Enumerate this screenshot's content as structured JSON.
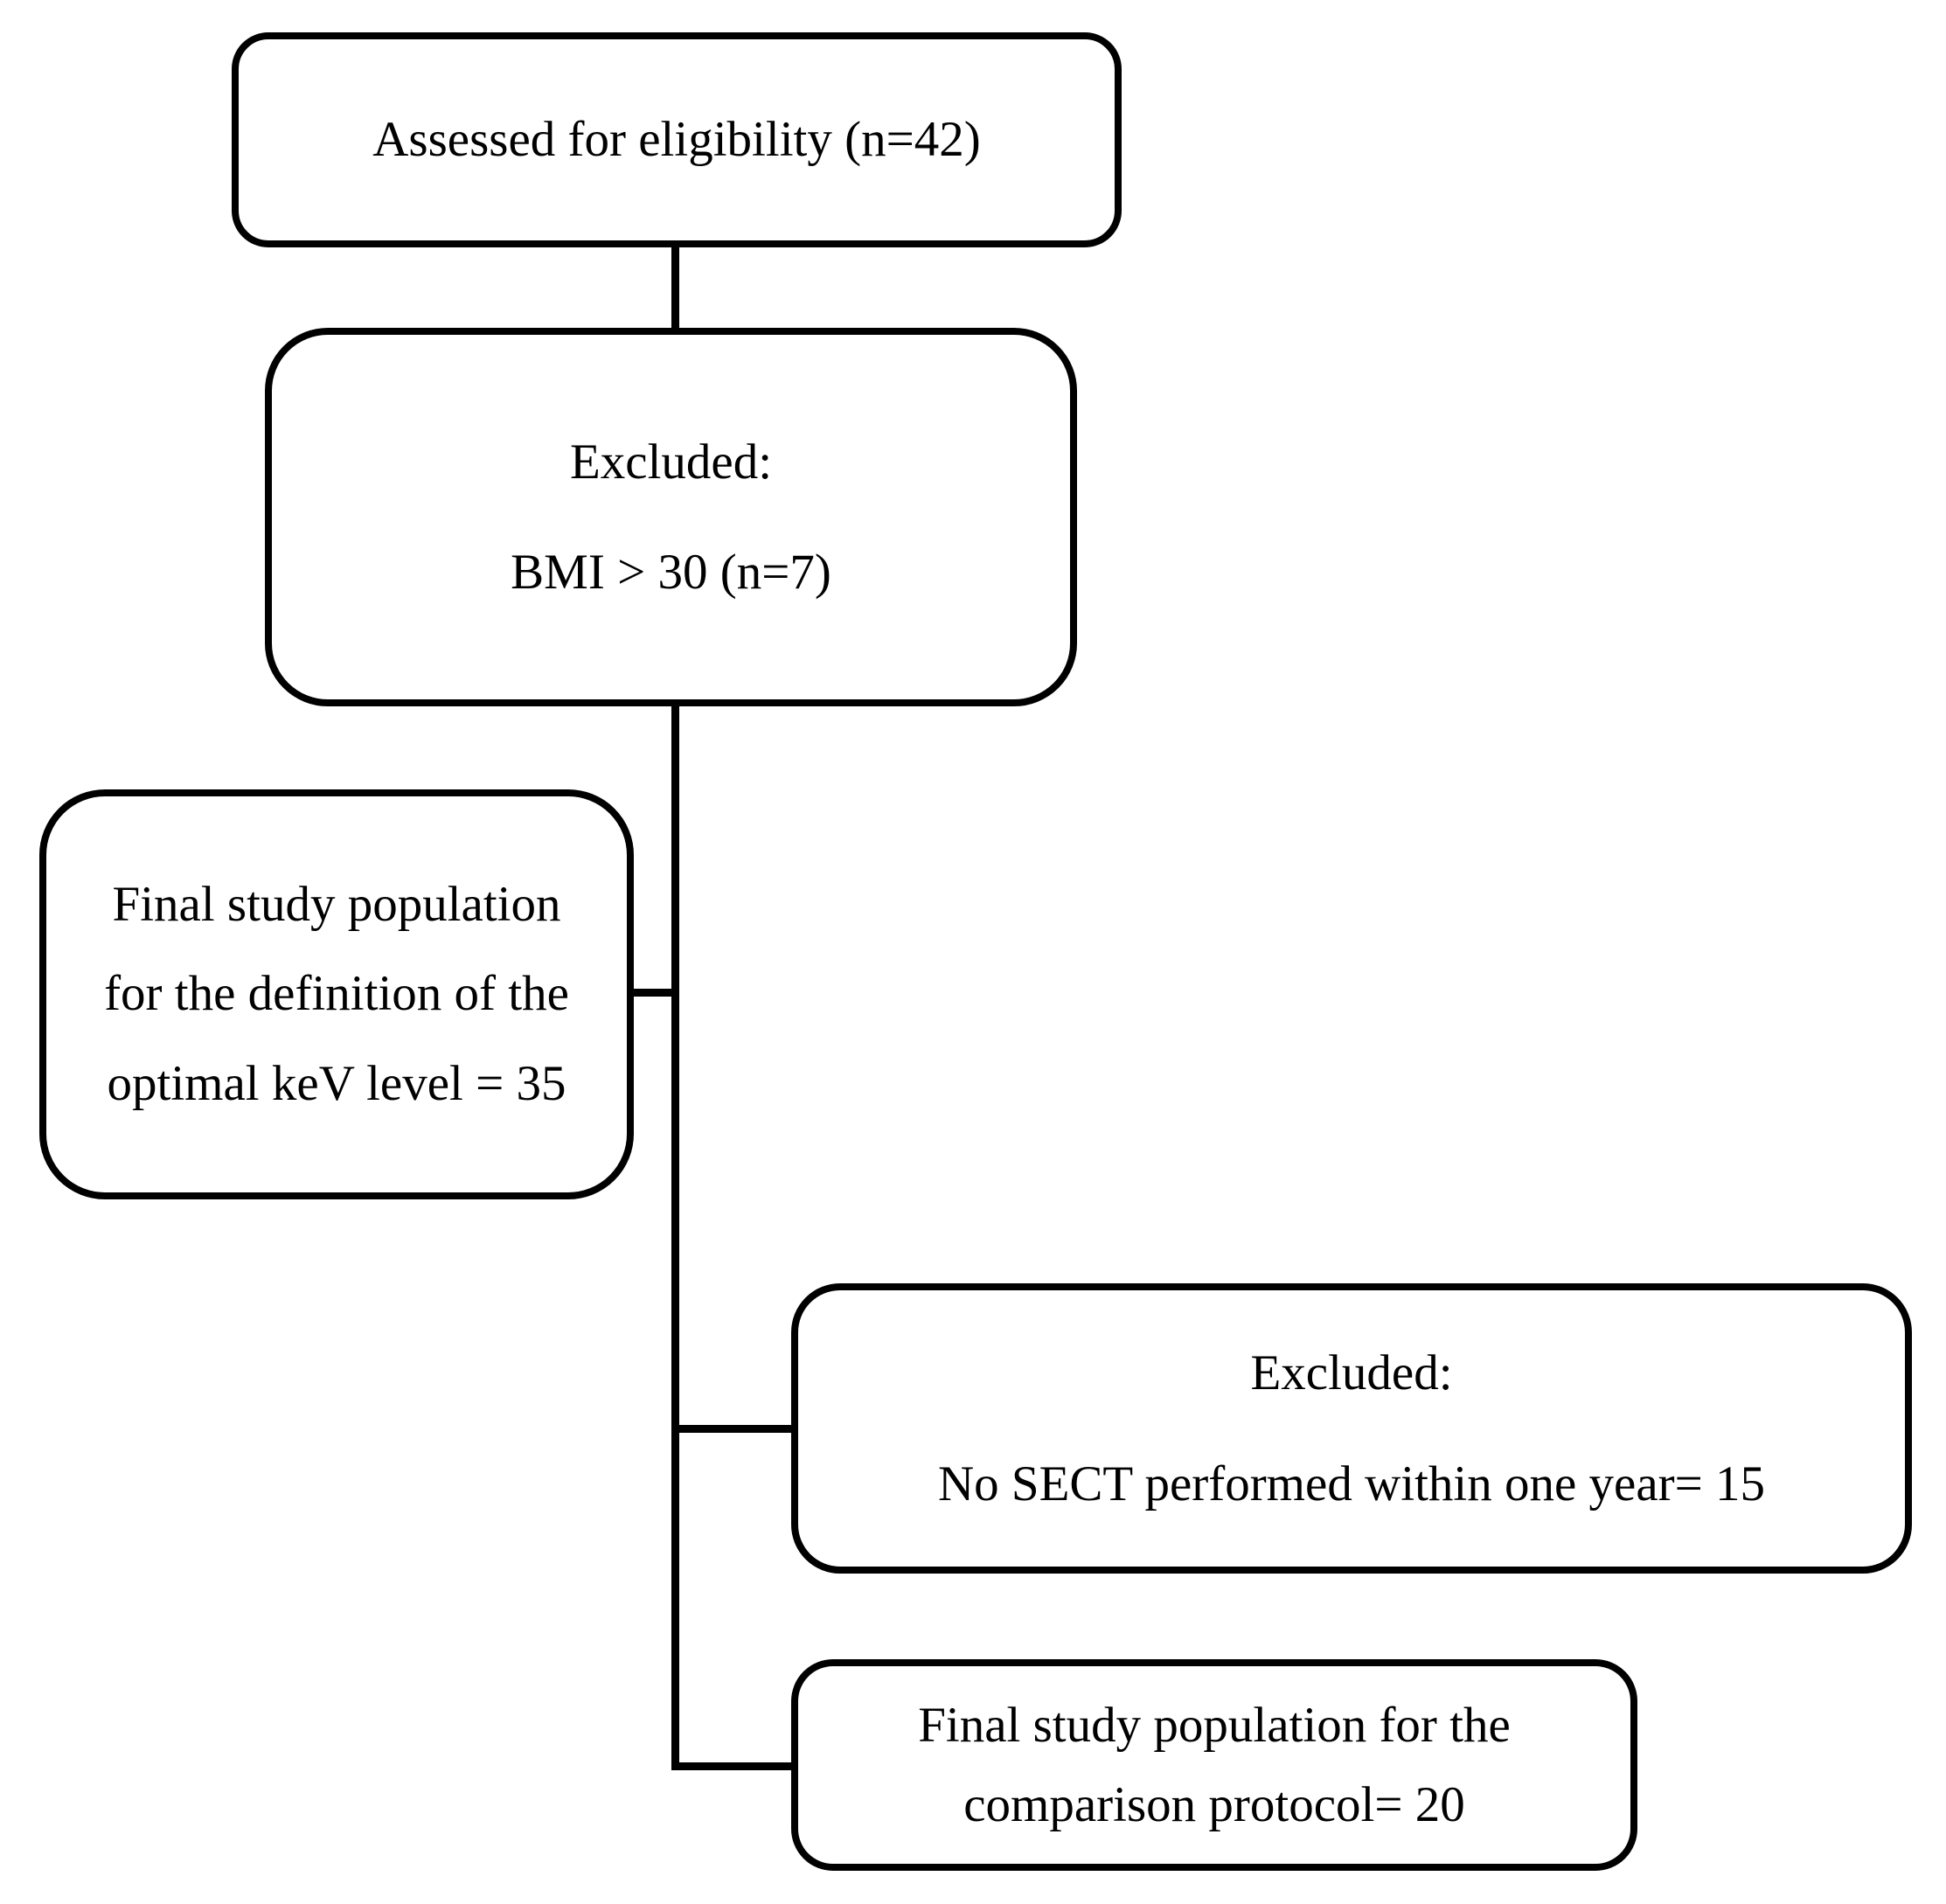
{
  "diagram": {
    "type": "flowchart",
    "background_color": "#ffffff",
    "line_color": "#000000",
    "boxes": {
      "eligibility": {
        "lines": [
          "Assessed for eligibility (n=42)"
        ]
      },
      "excluded_bmi": {
        "lines": [
          "Excluded:",
          "BMI > 30 (n=7)"
        ]
      },
      "final_kev": {
        "lines": [
          "Final study population",
          "for the definition of the",
          "optimal keV level = 35"
        ]
      },
      "excluded_sect": {
        "lines": [
          "Excluded:",
          "No SECT performed within one year= 15"
        ]
      },
      "final_comparison": {
        "lines": [
          "Final study population for the",
          "comparison protocol= 20"
        ]
      }
    }
  }
}
